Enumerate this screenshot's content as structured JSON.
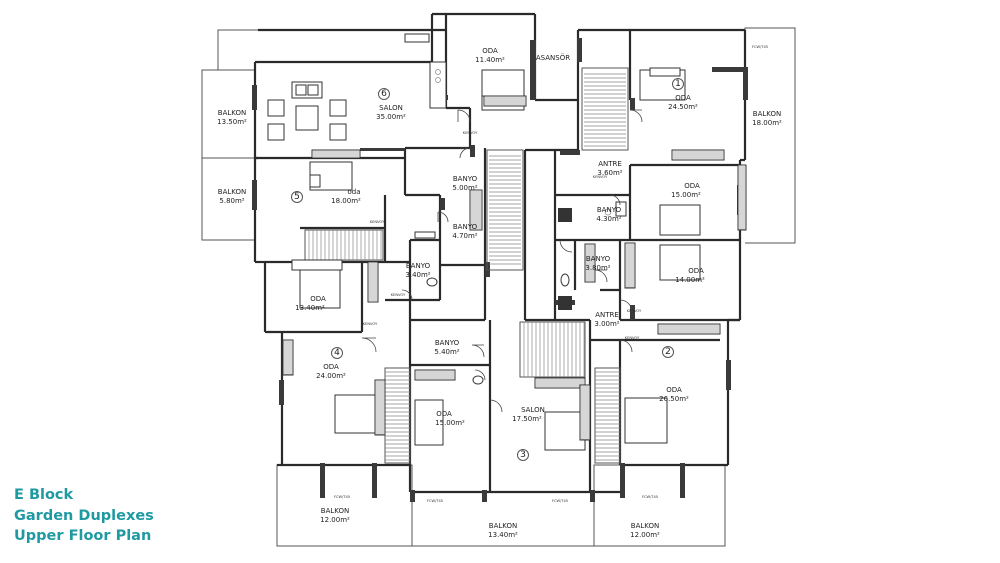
{
  "caption": {
    "line1": "E Block",
    "line2": "Garden Duplexes",
    "line3": "Upper Floor Plan",
    "color": "#1f9aa3"
  },
  "rooms": [
    {
      "name": "BALKON",
      "area": "13.50m²"
    },
    {
      "name": "SALON",
      "area": "35.00m²"
    },
    {
      "name": "ODA",
      "area": "11.40m²"
    },
    {
      "name": "ASANSÖR",
      "area": ""
    },
    {
      "name": "ODA",
      "area": "24.50m²"
    },
    {
      "name": "BALKON",
      "area": "18.00m²"
    },
    {
      "name": "BALKON",
      "area": "5.80m²"
    },
    {
      "name": "oda",
      "area": "18.00m²"
    },
    {
      "name": "BANYO",
      "area": "5.00m²"
    },
    {
      "name": "BANYO",
      "area": "4.70m²"
    },
    {
      "name": "ANTRE",
      "area": "3.60m²"
    },
    {
      "name": "BANYO",
      "area": "4.30m²"
    },
    {
      "name": "ODA",
      "area": "15.00m²"
    },
    {
      "name": "BANYO",
      "area": "3.40m²"
    },
    {
      "name": "ODA",
      "area": "13.40m²"
    },
    {
      "name": "BANYO",
      "area": "3.80m²"
    },
    {
      "name": "ODA",
      "area": "14.00m²"
    },
    {
      "name": "ANTRE",
      "area": "3.00m²"
    },
    {
      "name": "BANYO",
      "area": "5.40m²"
    },
    {
      "name": "ODA",
      "area": "24.00m²"
    },
    {
      "name": "ODA",
      "area": "15.00m²"
    },
    {
      "name": "SALON",
      "area": "17.50m²"
    },
    {
      "name": "ODA",
      "area": "26.50m²"
    },
    {
      "name": "BALKON",
      "area": "12.00m²"
    },
    {
      "name": "BALKON",
      "area": "13.40m²"
    },
    {
      "name": "BALKON",
      "area": "12.00m²"
    }
  ],
  "unit_numbers": [
    "1",
    "2",
    "3",
    "4",
    "5",
    "6"
  ],
  "door_tags": {
    "kenvoy": "KENVOY",
    "fcw": "FCW/T45",
    "tiny": "KENVOY"
  }
}
